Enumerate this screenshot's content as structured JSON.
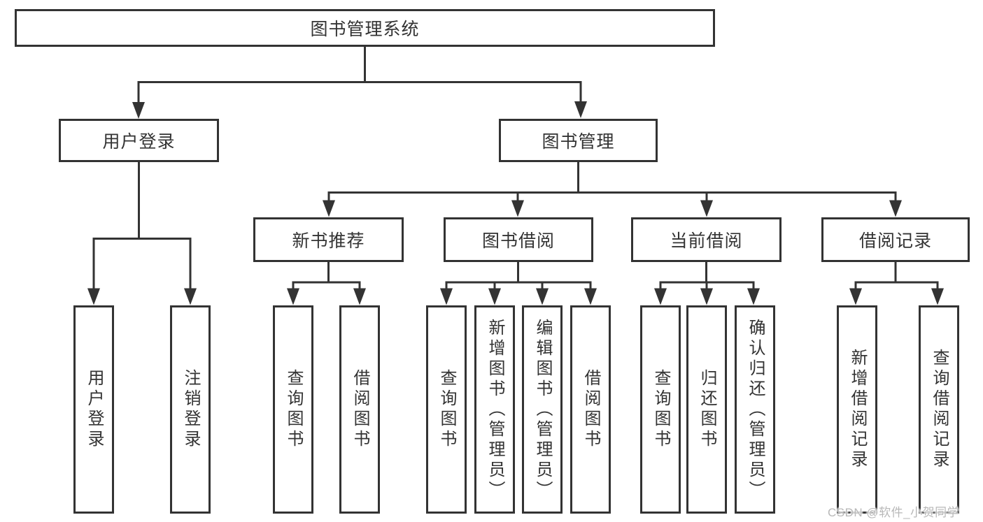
{
  "diagram": {
    "type": "hierarchy-diagram",
    "colors": {
      "line": "#333333",
      "text": "#333333",
      "box_background": "#ffffff",
      "watermark": "#b8b8b8"
    },
    "tree": {
      "label": "图书管理系统",
      "children": [
        {
          "label": "用户登录",
          "children": [
            {
              "label": "用户登录"
            },
            {
              "label": "注销登录"
            }
          ]
        },
        {
          "label": "图书管理",
          "children": [
            {
              "label": "新书推荐",
              "children": [
                {
                  "label": "查询图书"
                },
                {
                  "label": "借阅图书"
                }
              ]
            },
            {
              "label": "图书借阅",
              "children": [
                {
                  "label": "查询图书"
                },
                {
                  "label": "新增图书（管理员）"
                },
                {
                  "label": "编辑图书（管理员）"
                },
                {
                  "label": "借阅图书"
                }
              ]
            },
            {
              "label": "当前借阅",
              "children": [
                {
                  "label": "查询图书"
                },
                {
                  "label": "归还图书"
                },
                {
                  "label": "确认归还（管理员）"
                }
              ]
            },
            {
              "label": "借阅记录",
              "children": [
                {
                  "label": "新增借阅记录"
                },
                {
                  "label": "查询借阅记录"
                }
              ]
            }
          ]
        }
      ]
    },
    "watermark": {
      "text": "CSDN @软件_小贺同学"
    }
  }
}
